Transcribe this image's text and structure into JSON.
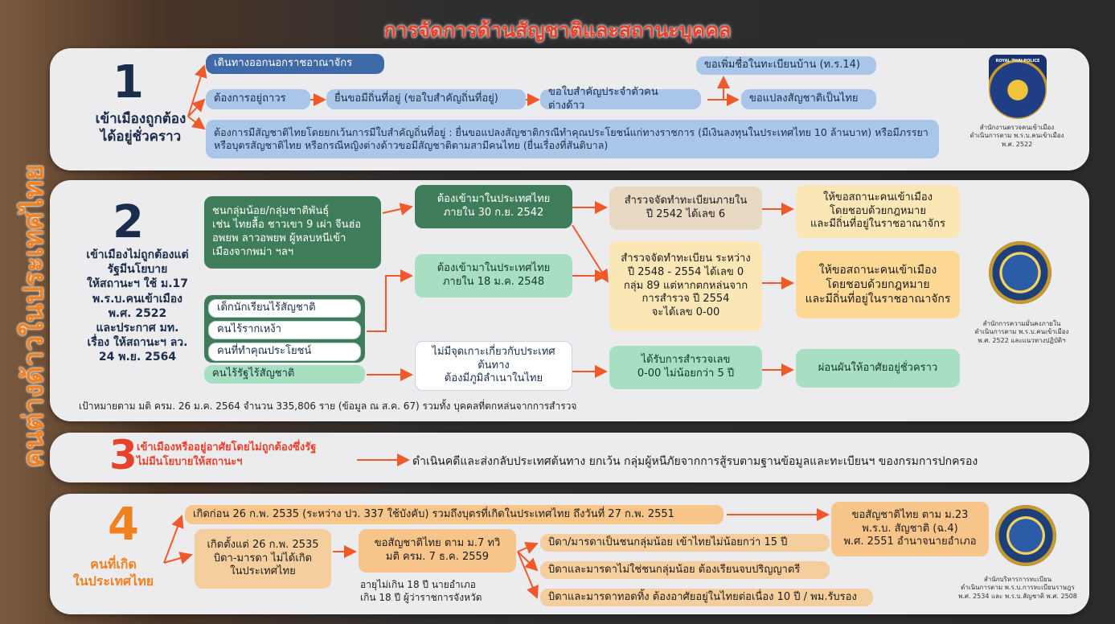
{
  "title": "การจัดการด้านสัญชาติและสถานะบุคคล",
  "side_title": "คนต่างด้าวในประเทศไทย",
  "colors": {
    "title_red": "#e8422d",
    "orange": "#f08121",
    "navy": "#1a2d4a",
    "arrow": "#f05a2b"
  },
  "s1": {
    "number": "1",
    "label": "เข้าเมืองถูกต้อง\nได้อยู่ชั่วคราว",
    "box_exit": "เดินทางออกนอกราชอาณาจักร",
    "box_perm": "ต้องการอยู่ถาวร",
    "box_reside": "ยื่นขอมีถิ่นที่อยู่ (ขอใบสำคัญถิ่นที่อยู่)",
    "box_alien": "ขอใบสำคัญประจำตัวคนต่างด้าว",
    "box_house": "ขอเพิ่มชื่อในทะเบียนบ้าน (ท.ร.14)",
    "box_naturalize": "ขอแปลงสัญชาติเป็นไทย",
    "box_exception": "ต้องการมีสัญชาติไทยโดยยกเว้นการมีใบสำคัญถิ่นที่อยู่ : ยื่นขอแปลงสัญชาติกรณีทำคุณประโยชน์แก่ทางราชการ (มีเงินลงทุนในประเทศไทย 10 ล้านบาท) หรือมีภรรยาหรือบุตรสัญชาติไทย หรือกรณีหญิงต่างด้าวขอมีสัญชาติตามสามีคนไทย (ยื่นเรื่องที่สันติบาล)",
    "seal_text": "ROYAL THAI POLICE",
    "caption": "สำนักงานตรวจคนเข้าเมือง\nดำเนินการตาม พ.ร.บ.คนเข้าเมือง\nพ.ศ. 2522"
  },
  "s2": {
    "number": "2",
    "label": "เข้าเมืองไม่ถูกต้องแต่\nรัฐมีนโยบาย\nให้สถานะฯ ใช้ ม.17\nพ.ร.บ.คนเข้าเมือง\nพ.ศ. 2522\nและประกาศ มท.\nเรื่อง ให้สถานะฯ ลว.\n24 พ.ย. 2564",
    "box_ethnic": "ชนกลุ่มน้อย/กลุ่มชาติพันธุ์\nเช่น ไทยลื้อ ชาวเขา 9 เผ่า จีนฮ่อ\nอพยพ ลาวอพยพ ผู้หลบหนีเข้า\nเมืองจากพม่า ฯลฯ",
    "box_students": "เด็กนักเรียนไร้สัญชาติ",
    "box_noroots": "คนไร้รากเหง้า",
    "box_benefit": "คนที่ทำคุณประโยชน์",
    "box_stateless": "คนไร้รัฐไร้สัญชาติ",
    "box_2542": "ต้องเข้ามาในประเทศไทย\nภายใน 30 ก.ย. 2542",
    "box_2548": "ต้องเข้ามาในประเทศไทย\nภายใน 18 ม.ค. 2548",
    "box_nolink": "ไม่มีจุดเกาะเกี่ยวกับประเทศ\nต้นทาง\nต้องมีภูมิลำเนาในไทย",
    "box_survey6": "สำรวจจัดทำทะเบียนภายใน\nปี 2542 ได้เลข 6",
    "box_survey0": "สำรวจจัดทำทะเบียน ระหว่าง\nปี 2548 - 2554 ได้เลข 0\nกลุ่ม 89 แต่หากตกหล่นจาก\nการสำรวจ ปี 2554\nจะได้เลข 0-00",
    "box_survey00": "ได้รับการสำรวจเลข\n0-00 ไม่น้อยกว่า 5 ปี",
    "box_grant1": "ให้ขอสถานะคนเข้าเมือง\nโดยชอบด้วยกฎหมาย\nและมีถิ่นที่อยู่ในราชอาณาจักร",
    "box_grant2": "ให้ขอสถานะคนเข้าเมือง\nโดยชอบด้วยกฎหมาย\nและมีถิ่นที่อยู่ในราชอาณาจักร",
    "box_temp": "ผ่อนผันให้อาศัยอยู่ชั่วคราว",
    "footnote": "เป้าหมายตาม มติ ครม. 26 ม.ค. 2564 จำนวน 335,806 ราย (ข้อมูล ณ ส.ค. 67) รวมทั้ง บุคคลที่ตกหล่นจากการสำรวจ",
    "caption": "สำนักการความมั่นคงภายใน\nดำเนินการตาม พ.ร.บ.คนเข้าเมือง\nพ.ศ. 2522 และแนวทางปฏิบัติฯ"
  },
  "s3": {
    "number": "3",
    "label": "เข้าเมืองหรืออยู่อาศัยโดยไม่ถูกต้องซึ่งรัฐ\nไม่มีนโยบายให้สถานะฯ",
    "text": "ดำเนินคดีและส่งกลับประเทศต้นทาง ยกเว้น กลุ่มผู้หนีภัยจากการสู้รบตามฐานข้อมูลและทะเบียนฯ ของกรมการปกครอง"
  },
  "s4": {
    "number": "4",
    "label": "คนที่เกิด\nในประเทศไทย",
    "box_before": "เกิดก่อน 26 ก.พ. 2535 (ระหว่าง ปว. 337 ใช้บังคับ) รวมถึงบุตรที่เกิดในประเทศไทย ถึงวันที่ 27 ก.พ. 2551",
    "box_m23": "ขอสัญชาติไทย ตาม ม.23\nพ.ร.บ. สัญชาติ (ฉ.4)\nพ.ศ. 2551 อำนาจนายอำเภอ",
    "box_after": "เกิดตั้งแต่ 26 ก.พ. 2535\nบิดา-มารดา ไม่ได้เกิด\nในประเทศไทย",
    "box_m7": "ขอสัญชาติไทย ตาม ม.7 ทวิ\nมติ ครม. 7 ธ.ค. 2559",
    "note_age": "อายุไม่เกิน 18 ปี นายอำเภอ\nเกิน 18 ปี ผู้ว่าราชการจังหวัด",
    "cond1": "บิดา/มารดาเป็นชนกลุ่มน้อย เข้าไทยไม่น้อยกว่า 15 ปี",
    "cond2": "บิดาและมารดาไม่ใช่ชนกลุ่มน้อย ต้องเรียนจบปริญญาตรี",
    "cond3": "บิดาและมารดาทอดทิ้ง ต้องอาศัยอยู่ในไทยต่อเนื่อง 10 ปี / พม.รับรอง",
    "caption": "สำนักบริหารการทะเบียน\nดำเนินการตาม พ.ร.บ.การทะเบียนราษฎร\nพ.ศ. 2534 และ พ.ร.บ.สัญชาติ พ.ศ. 2508"
  }
}
